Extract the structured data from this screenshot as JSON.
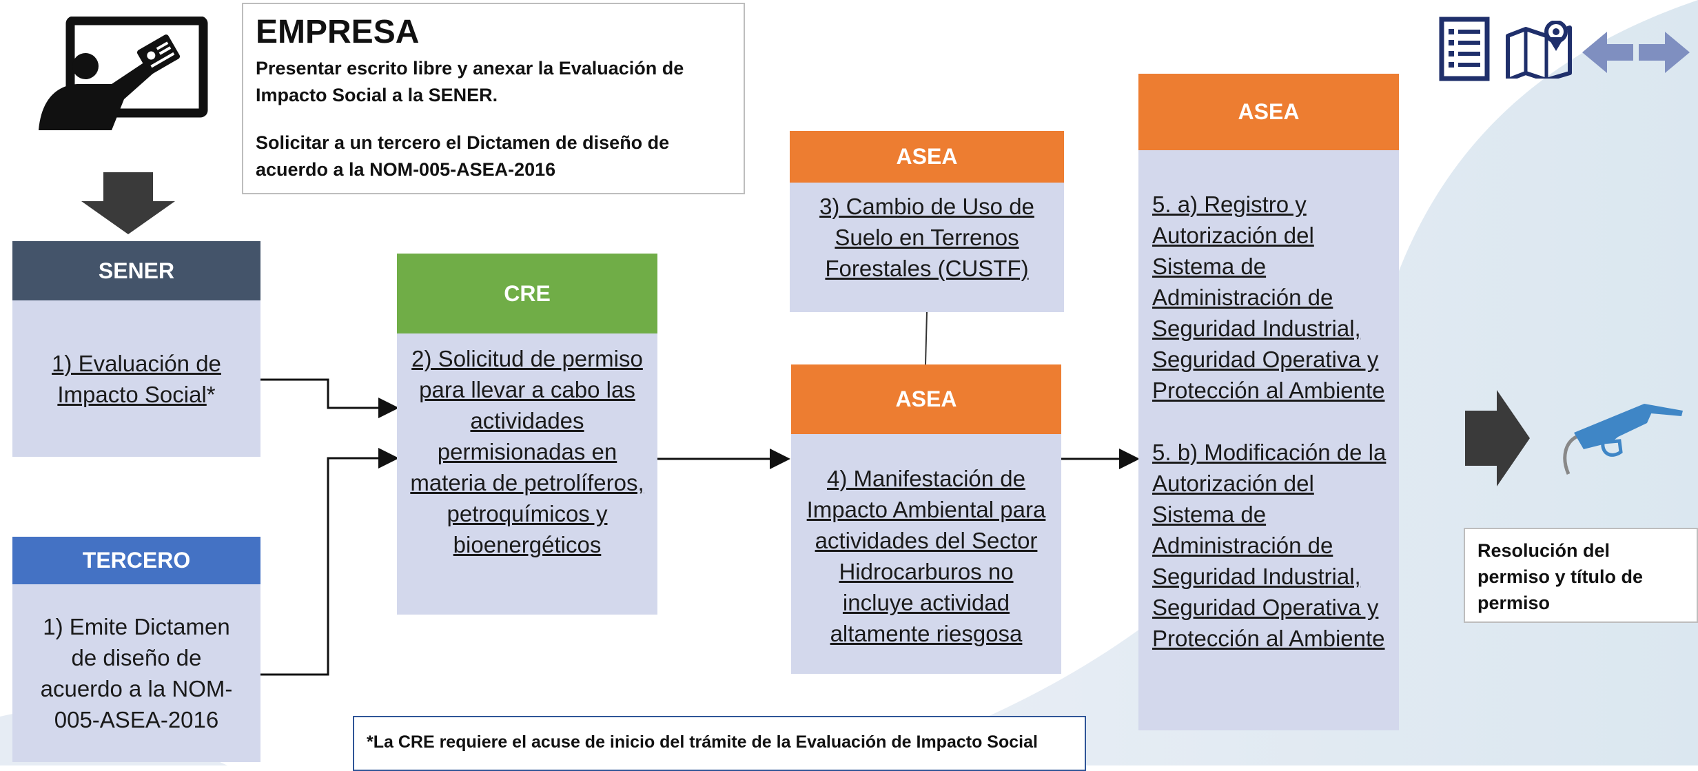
{
  "empresa": {
    "title": "EMPRESA",
    "line1": "Presentar escrito libre y anexar la Evaluación de Impacto Social a la SENER.",
    "line2": "Solicitar a un tercero el Dictamen de diseño de acuerdo a la NOM-005-ASEA-2016"
  },
  "sener": {
    "header": "SENER",
    "body_link": "1) Evaluación de Impacto Social",
    "body_suffix": "*"
  },
  "tercero": {
    "header": "TERCERO",
    "body": "1) Emite Dictamen de diseño  de acuerdo a la NOM-005-ASEA-2016"
  },
  "cre": {
    "header": "CRE",
    "body": "2) Solicitud de permiso para llevar a cabo las actividades permisionadas en materia de petrolíferos, petroquímicos y bioenergéticos"
  },
  "asea_top": {
    "header": "ASEA",
    "body": "3) Cambio de Uso de Suelo en Terrenos Forestales (CUSTF)"
  },
  "asea_mid": {
    "header": "ASEA",
    "body": "4) Manifestación de Impacto Ambiental para actividades del Sector Hidrocarburos no incluye actividad altamente riesgosa"
  },
  "asea_right": {
    "header": "ASEA",
    "item_a": "5. a) Registro y Autorización del Sistema de Administración de Seguridad Industrial, Seguridad Operativa y Protección al Ambiente",
    "item_b": "5. b) Modificación de la Autorización del Sistema de Administración de Seguridad Industrial, Seguridad Operativa y Protección al Ambiente"
  },
  "note": "*La CRE requiere el acuse de inicio del trámite de la Evaluación de Impacto Social",
  "result": "Resolución del permiso y título de permiso",
  "colors": {
    "sener": "#44546a",
    "tercero": "#4472c4",
    "cre": "#70ad47",
    "asea": "#ed7d31",
    "body": "#d3d8ec",
    "nav": "#7f8fc0",
    "icon_dark": "#1f2f6b",
    "nozzle": "#3f86c6"
  },
  "icons": [
    "presentation-icon",
    "down-arrow-icon",
    "checklist-icon",
    "map-icon",
    "back-arrow-icon",
    "forward-arrow-icon",
    "right-arrow-icon",
    "fuel-nozzle-icon"
  ]
}
